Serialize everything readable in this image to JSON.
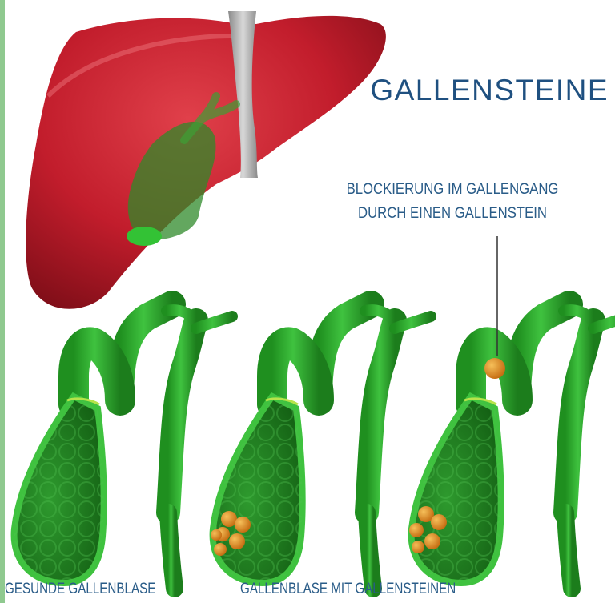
{
  "title": "GALLENSTEINE",
  "callout": {
    "line1": "BLOCKIERUNG IM GALLENGANG",
    "line2": "DURCH EINEN GALLENSTEIN"
  },
  "captions": {
    "healthy": "GESUNDE GALLENBLASE",
    "stones": "GALLENBLASE MIT GALLENSTEINEN"
  },
  "colors": {
    "liver": "#b5182a",
    "gallbladder": "#2fa52f",
    "stone": "#e08a1e",
    "text": "#1f5080",
    "strip": "#8fc98f"
  }
}
